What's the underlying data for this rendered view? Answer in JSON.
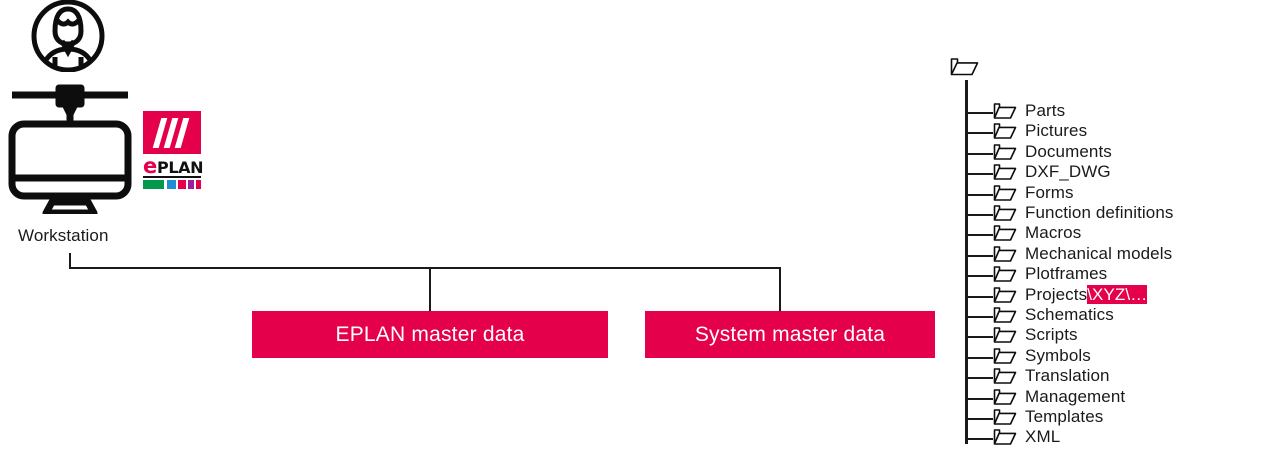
{
  "colors": {
    "accent": "#E4004B",
    "ink": "#1a1a1a",
    "white": "#ffffff",
    "logo_bar_green": "#00994D",
    "logo_bar_blue": "#1E90D2",
    "logo_bar_purple": "#9B1FA2",
    "logo_bar_crimson": "#E4004B"
  },
  "workstation": {
    "label": "Workstation",
    "avatar_icon": "user-avatar-icon",
    "monitor_icon": "monitor-icon"
  },
  "eplan_logo": {
    "mark_alt": "eplan-slashes-logo",
    "word_e": "e",
    "word_plan": "PLAN"
  },
  "boxes": [
    {
      "label": "EPLAN master data"
    },
    {
      "label": "System master data"
    }
  ],
  "folder_tree": {
    "root_icon": "folder-icon",
    "items": [
      {
        "label": "Parts"
      },
      {
        "label": "Pictures"
      },
      {
        "label": "Documents"
      },
      {
        "label": "DXF_DWG"
      },
      {
        "label": "Forms"
      },
      {
        "label": "Function definitions"
      },
      {
        "label": "Macros"
      },
      {
        "label": "Mechanical models"
      },
      {
        "label": "Plotframes"
      },
      {
        "label": "Projects",
        "highlight": "\\XYZ\\…"
      },
      {
        "label": "Schematics"
      },
      {
        "label": "Scripts"
      },
      {
        "label": "Symbols"
      },
      {
        "label": "Translation"
      },
      {
        "label": "Management"
      },
      {
        "label": "Templates"
      },
      {
        "label": "XML"
      }
    ]
  }
}
